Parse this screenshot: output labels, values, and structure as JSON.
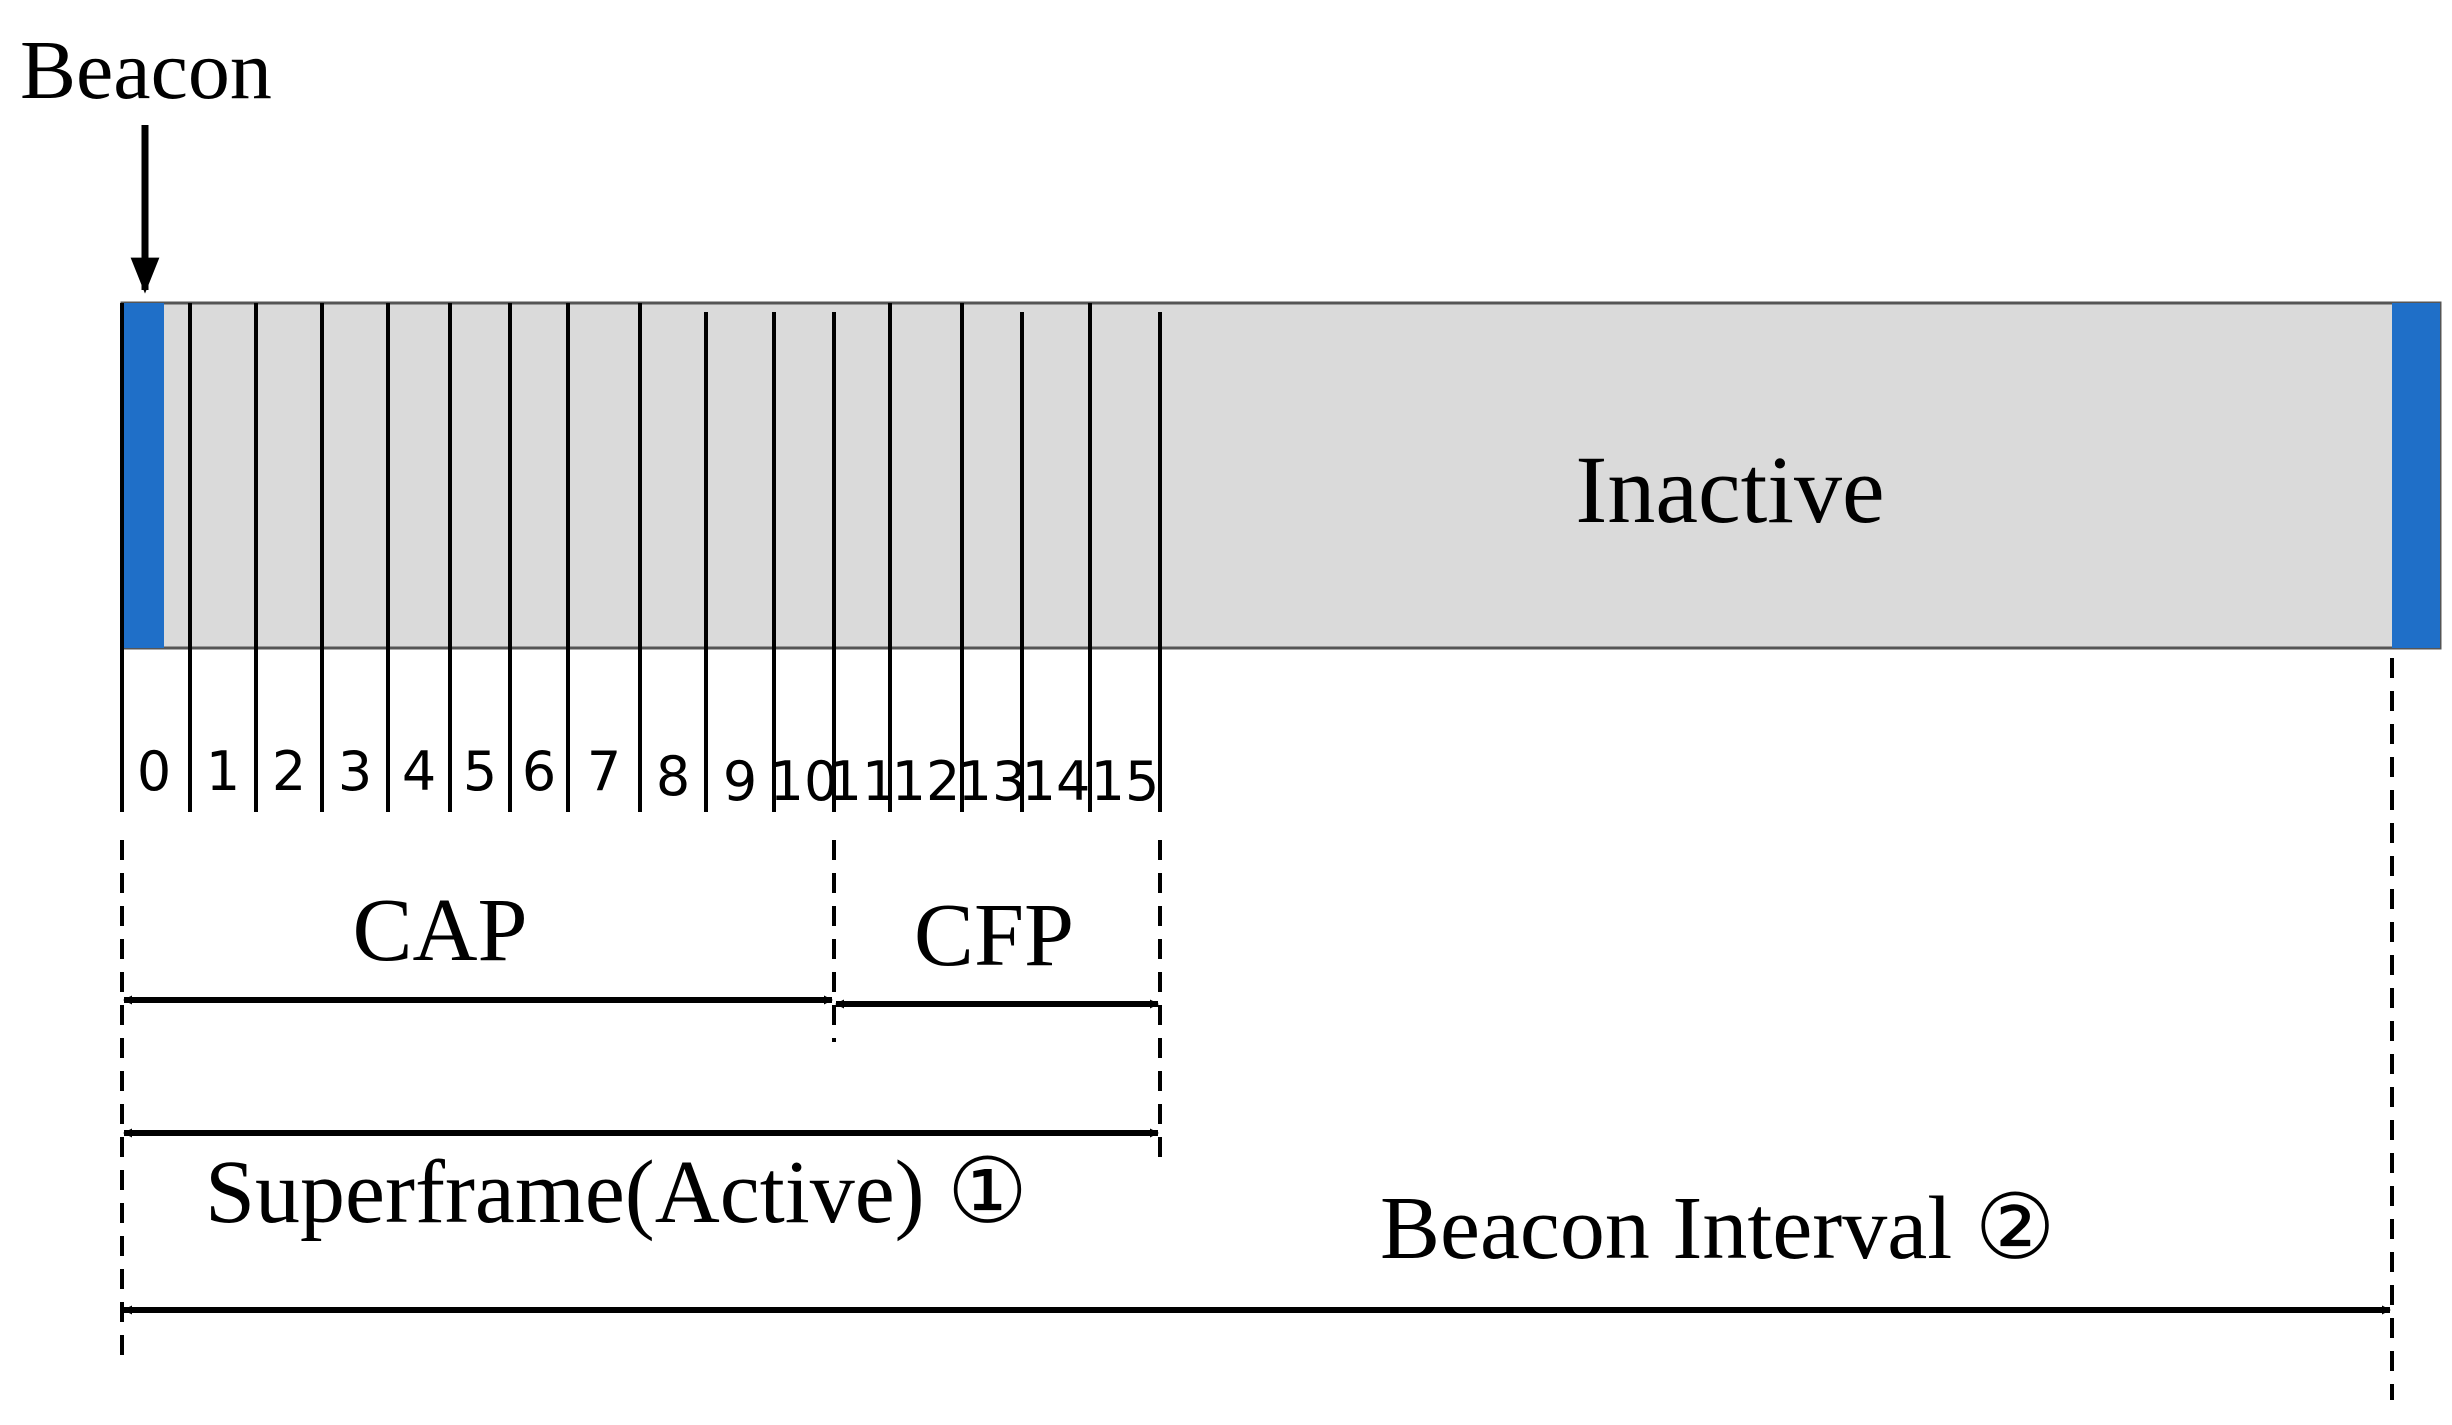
{
  "labels": {
    "beacon": "Beacon",
    "inactive": "Inactive",
    "cap": "CAP",
    "cfp": "CFP",
    "superframe": "Superframe(Active) ①",
    "beacon_interval": "Beacon Interval ②"
  },
  "slots": [
    "0",
    "1",
    "2",
    "3",
    "4",
    "5",
    "6",
    "7",
    "8",
    "9",
    "10",
    "11",
    "12",
    "13",
    "14",
    "15"
  ],
  "colors": {
    "beacon_marker": "#1f6fc8",
    "frame_fill": "#dadada",
    "line": "#000000"
  }
}
